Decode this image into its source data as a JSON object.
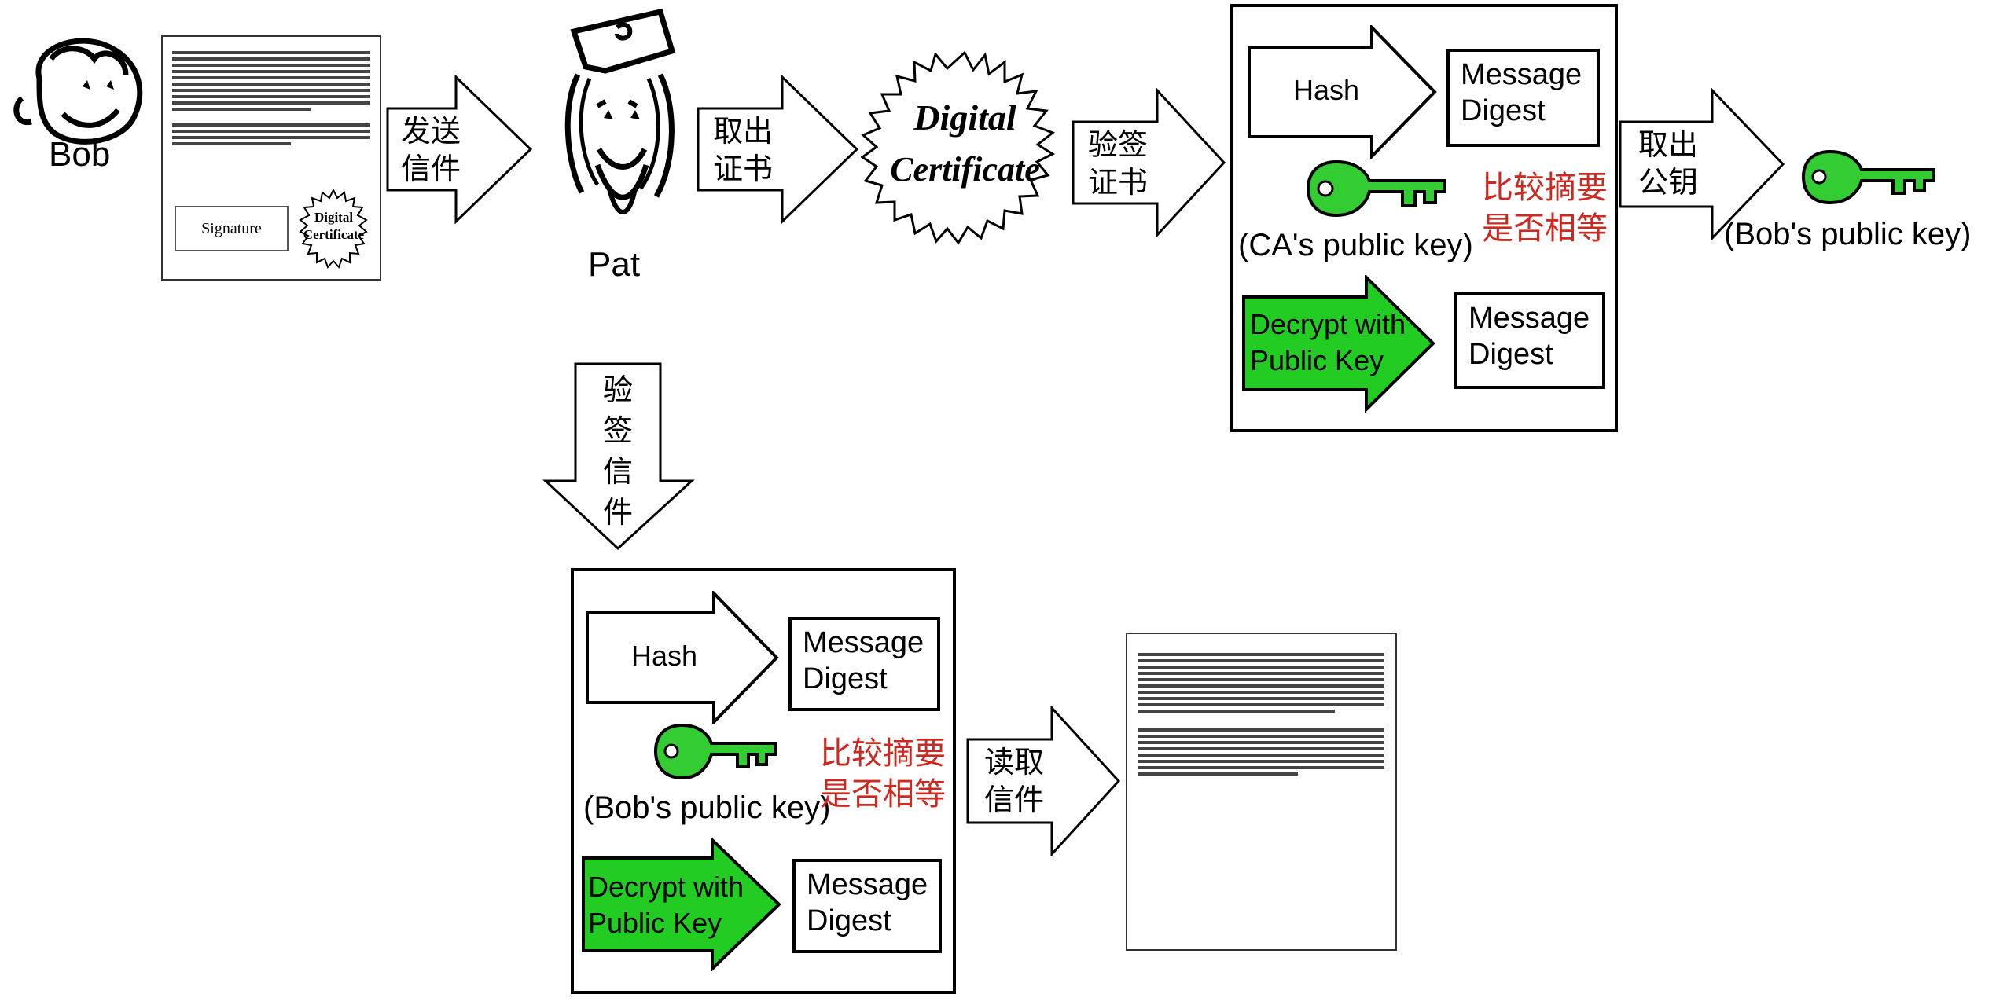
{
  "bob_name": "Bob",
  "pat_name": "Pat",
  "letter": {
    "signature_label": "Signature",
    "cert_badge_line1": "Digital",
    "cert_badge_line2": "Certificate"
  },
  "arrows": {
    "send_letter": [
      "发送",
      "信件"
    ],
    "extract_cert": [
      "取出",
      "证书"
    ],
    "verify_cert": [
      "验签",
      "证书"
    ],
    "extract_pubkey": [
      "取出",
      "公钥"
    ],
    "verify_letter": [
      "验",
      "签",
      "信",
      "件"
    ],
    "read_letter": [
      "读取",
      "信件"
    ]
  },
  "certificate": {
    "line1": "Digital",
    "line2": "Certificate"
  },
  "panel_top": {
    "hash_label": "Hash",
    "digest_label": [
      "Message",
      "Digest"
    ],
    "key_label": "(CA's public key)",
    "compare_text": [
      "比较摘要",
      "是否相等"
    ],
    "decrypt_label": [
      "Decrypt with",
      "Public Key"
    ],
    "digest2_label": [
      "Message",
      "Digest"
    ]
  },
  "bob_key_label": "(Bob's public key)",
  "panel_bottom": {
    "hash_label": "Hash",
    "digest_label": [
      "Message",
      "Digest"
    ],
    "key_label": "(Bob's public key)",
    "compare_text": [
      "比较摘要",
      "是否相等"
    ],
    "decrypt_label": [
      "Decrypt with",
      "Public Key"
    ],
    "digest2_label": [
      "Message",
      "Digest"
    ]
  },
  "colors": {
    "key_green": "#33cc33",
    "decrypt_green": "#22cc22",
    "compare_red": "#cc2a20"
  }
}
